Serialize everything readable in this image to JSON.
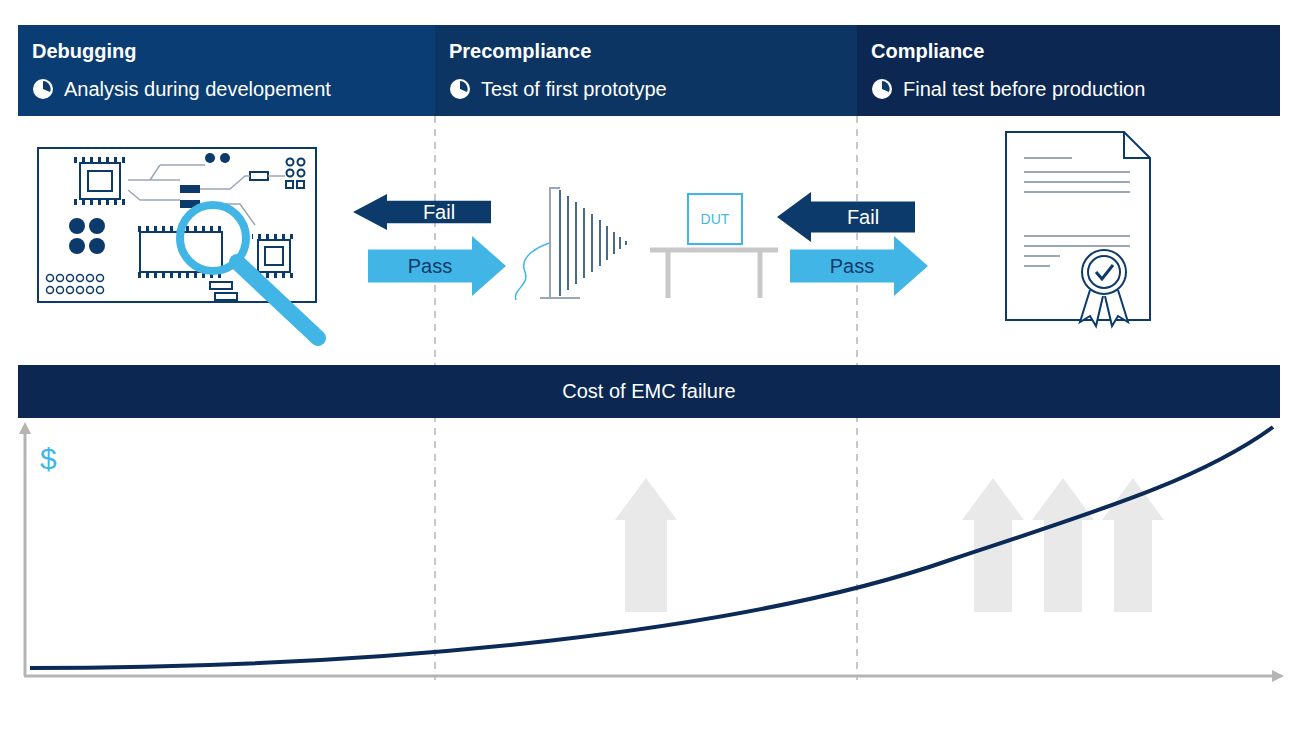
{
  "diagram": {
    "nodes": [
      {
        "text": [
          "Debugging",
          "Analysis during developement"
        ]
      },
      {
        "text": [
          "Precompliance",
          "Test of first prototype"
        ]
      },
      {
        "text": [
          "Compliance",
          "Final test before production"
        ]
      },
      {
        "text": [
          "Fail"
        ]
      },
      {
        "text": [
          "Pass"
        ]
      },
      {
        "text": [
          "DUT"
        ]
      },
      {
        "text": [
          "Fail"
        ]
      },
      {
        "text": [
          "Pass"
        ]
      },
      {
        "text": [
          "Cost of EMC failure"
        ]
      }
    ],
    "labels": [
      "$"
    ]
  }
}
